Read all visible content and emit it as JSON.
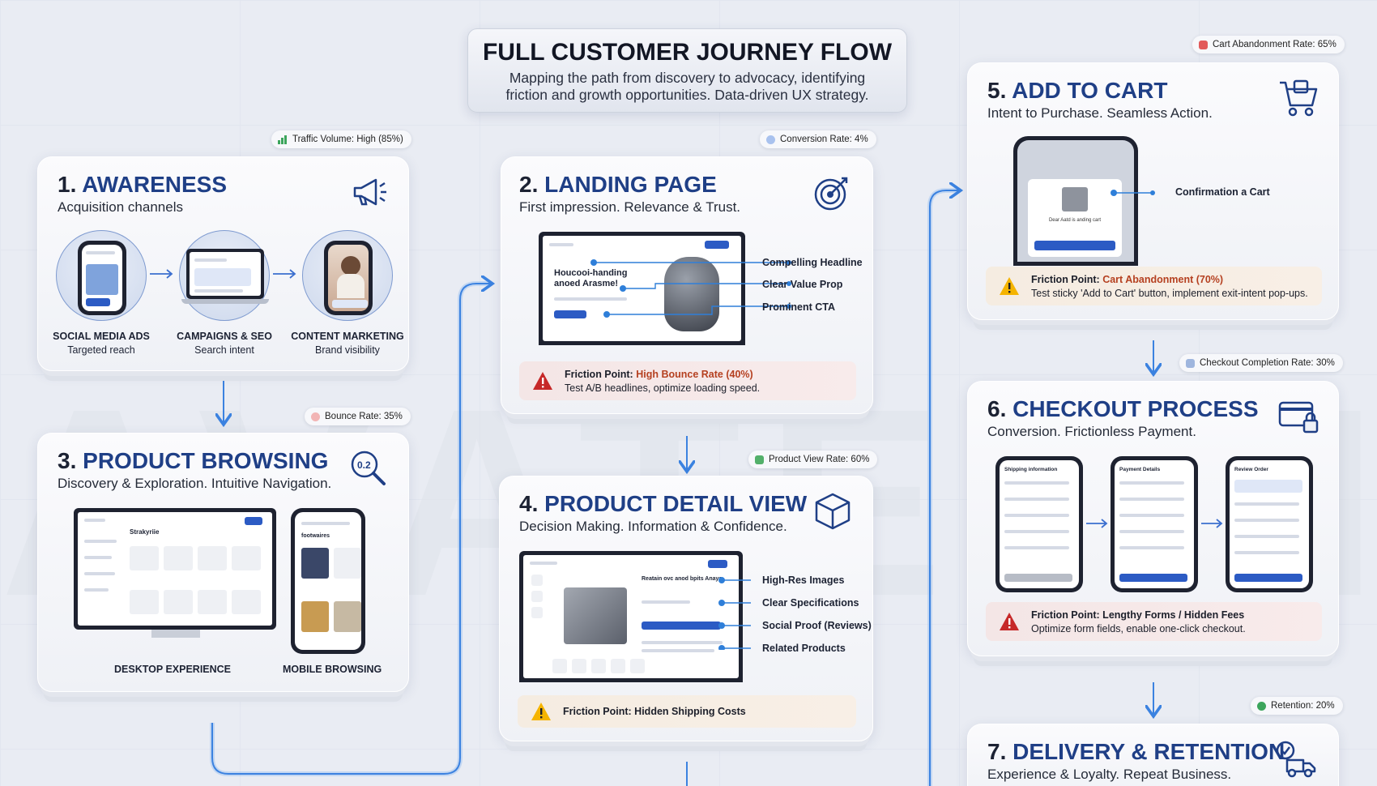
{
  "header": {
    "title": "FULL CUSTOMER JOURNEY FLOW",
    "subtitle": "Mapping the path from discovery to advocacy, identifying friction and growth opportunities. Data-driven UX strategy."
  },
  "watermark": "AVATECH",
  "colors": {
    "accent": "#1f3f86",
    "flow_line": "#3b82e0",
    "friction_red": "#c62828",
    "friction_amber": "#f5b400",
    "highlight": "#b54020"
  },
  "metrics": {
    "traffic": "Traffic Volume: High (85%)",
    "conversion": "Conversion Rate: 4%",
    "cart_abandon": "Cart Abandonment Rate: 65%",
    "bounce": "Bounce Rate: 35%",
    "product_view": "Product View Rate: 60%",
    "checkout_completion": "Checkout Completion Rate: 30%",
    "retention": "Retention: 20%"
  },
  "stages": {
    "awareness": {
      "num": "1.",
      "name": "AWARENESS",
      "subtitle": "Acquisition channels",
      "icon": "megaphone-icon",
      "channels": [
        {
          "label": "SOCIAL MEDIA ADS",
          "sub": "Targeted reach"
        },
        {
          "label": "CAMPAIGNS & SEO",
          "sub": "Search intent"
        },
        {
          "label": "CONTENT MARKETING",
          "sub": "Brand visibility"
        }
      ]
    },
    "landing": {
      "num": "2.",
      "name": "LANDING PAGE",
      "subtitle": "First impression. Relevance & Trust.",
      "icon": "target-icon",
      "callouts": [
        "Compelling Headline",
        "Clear Value Prop",
        "Prominent CTA"
      ],
      "mock_headline": "Houcooi-handing anoed Arasme!",
      "friction_label": "Friction Point:",
      "friction_highlight": "High Bounce Rate (40%)",
      "friction_detail": "Test A/B headlines, optimize loading speed."
    },
    "browsing": {
      "num": "3.",
      "name": "PRODUCT BROWSING",
      "subtitle": "Discovery & Exploration. Intuitive Navigation.",
      "icon": "search-data-icon",
      "desktop_label": "DESKTOP EXPERIENCE",
      "mobile_label": "MOBILE BROWSING",
      "mock_title": "Strakyriie",
      "mock_mobile_title": "footwaires"
    },
    "detail": {
      "num": "4.",
      "name": "PRODUCT DETAIL VIEW",
      "subtitle": "Decision Making. Information & Confidence.",
      "icon": "box-icon",
      "callouts": [
        "High-Res Images",
        "Clear Specifications",
        "Social Proof (Reviews)",
        "Related Products"
      ],
      "mock_product_title": "Reatain ovc anod bpits Anays",
      "friction_label": "Friction Point: Hidden Shipping Costs"
    },
    "cart": {
      "num": "5.",
      "name": "ADD TO CART",
      "subtitle": "Intent to Purchase. Seamless Action.",
      "icon": "cart-icon",
      "callout": "Confirmation a Cart",
      "mock_modal_text": "Dear Aatd is anding cart",
      "friction_label": "Friction Point:",
      "friction_highlight": "Cart Abandonment (70%)",
      "friction_detail": "Test sticky 'Add to Cart' button, implement exit-intent pop-ups."
    },
    "checkout": {
      "num": "6.",
      "name": "CHECKOUT PROCESS",
      "subtitle": "Conversion. Frictionless Payment.",
      "icon": "card-lock-icon",
      "screens": [
        "Shipping information",
        "Payment Details",
        "Review Order"
      ],
      "friction_label": "Friction Point: Lengthy Forms / Hidden Fees",
      "friction_detail": "Optimize form fields, enable one-click checkout."
    },
    "delivery": {
      "num": "7.",
      "name": "DELIVERY & RETENTION",
      "subtitle": "Experience & Loyalty. Repeat Business.",
      "icon": "delivery-truck-icon"
    }
  }
}
